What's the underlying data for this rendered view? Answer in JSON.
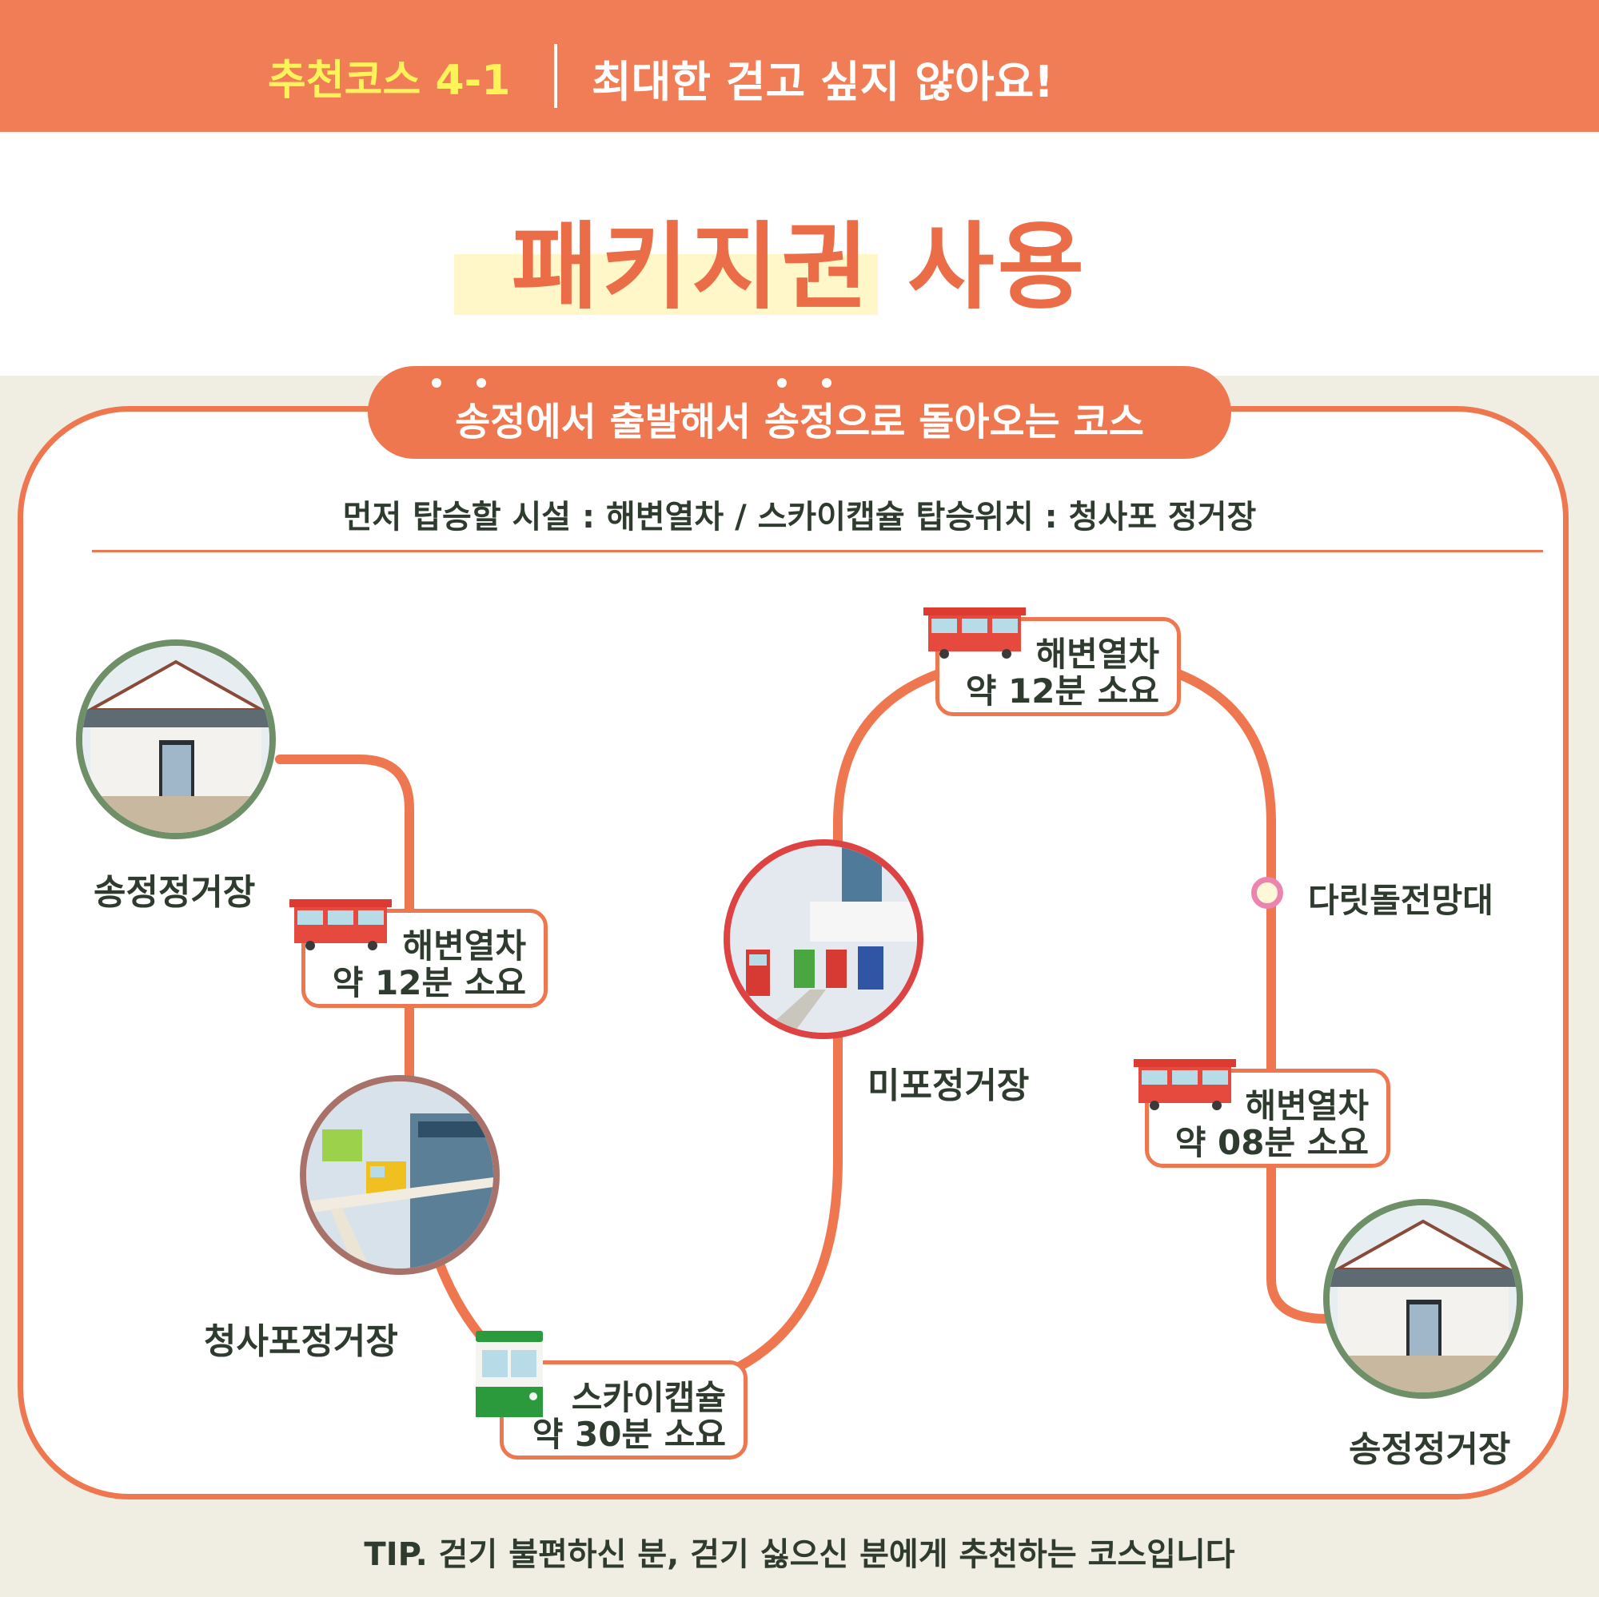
{
  "header": {
    "course_label": "추천코스 4-1",
    "tagline": "최대한 걷고 싶지 않아요!"
  },
  "main_title": "패키지권 사용",
  "route": {
    "title": "송정에서 출발해서 송정으로 돌아오는 코스",
    "first_boarding": "먼저 탑승할 시설 : 해변열차 / 스카이캡슐 탑승위치 :  청사포 정거장"
  },
  "stations": {
    "songjeong_start": "송정정거장",
    "cheongsapo": "청사포정거장",
    "mipo": "미포정거장",
    "songjeong_end": "송정정거장"
  },
  "viewpoint": "다릿돌전망대",
  "rides": {
    "ride1": {
      "line1": "해변열차",
      "line2": "약 12분 소요"
    },
    "ride2": {
      "line1": "스카이캡슐",
      "line2": "약 30분 소요"
    },
    "ride3": {
      "line1": "해변열차",
      "line2": "약 12분 소요"
    },
    "ride4": {
      "line1": "해변열차",
      "line2": "약 08분 소요"
    }
  },
  "tip": "TIP. 걷기 불편하신 분, 걷기 싫으신 분에게 추천하는 코스입니다",
  "colors": {
    "accent_orange": "#ee774f",
    "banner_orange": "#f07d56",
    "highlight_yellow": "#fff35a",
    "station_green": "#6e8f68",
    "station_red": "#dd4343",
    "station_brown": "#a8716a",
    "viewpoint_pink": "#ec84b0",
    "tram_red": "#dd3b32",
    "capsule_green": "#2b9a3c"
  }
}
